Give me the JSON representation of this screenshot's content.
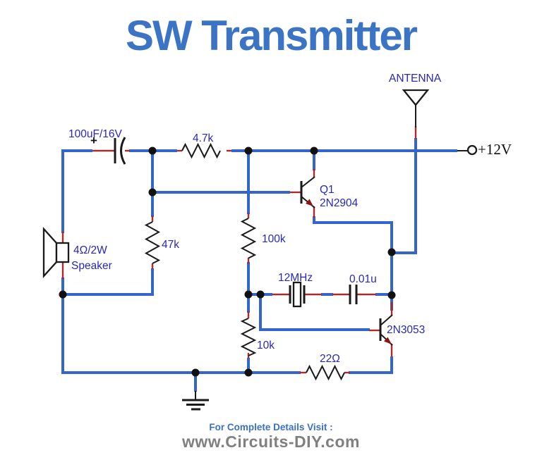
{
  "title": "SW Transmitter",
  "schematic": {
    "labels": {
      "c1": "100uF/16V",
      "c1_polarity": "+",
      "r1": "4.7k",
      "r2": "47k",
      "r3": "100k",
      "r4": "10k",
      "r5": "22Ω",
      "crystal": "12MHz",
      "c2": "0.01u",
      "q1_ref": "Q1",
      "q1_part": "2N2904",
      "q2_part": "2N3053",
      "speaker_line1": "4Ω/2W",
      "speaker_line2": "Speaker",
      "antenna": "ANTENNA",
      "supply": "+12V"
    },
    "colors": {
      "wire": "#3465cc",
      "lead": "#ab2b2b",
      "component": "#1a1a1a",
      "label": "#2828b4",
      "title": "#3b74c4",
      "footer_heading": "#3a70c5",
      "footer_site": "#808080",
      "arrow": "#8b1414"
    }
  },
  "footer": {
    "heading": "For Complete Details Visit :",
    "site": "www.Circuits-DIY.com"
  }
}
